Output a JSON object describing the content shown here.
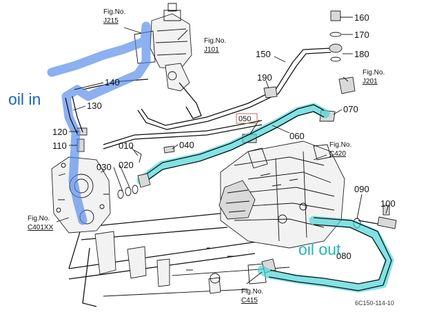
{
  "colors": {
    "oil_in_highlight": "#4f86e8",
    "oil_in_text": "#1d64c8",
    "oil_out_highlight": "#3fd3d6",
    "oil_out_text": "#25b6b6",
    "boxed_part": "#d06060"
  },
  "callouts": {
    "oil_in": "oil in",
    "oil_out": "oil out"
  },
  "figure_refs": [
    {
      "line1": "Fig.No.",
      "line2": "J215"
    },
    {
      "line1": "Fig.No.",
      "line2": "J101"
    },
    {
      "line1": "Fig.No.",
      "line2": "J201"
    },
    {
      "line1": "Fig.No.",
      "line2": "C420"
    },
    {
      "line1": "Fig.No.",
      "line2": "C401XX"
    },
    {
      "line1": "Fig.No.",
      "line2": "C415"
    }
  ],
  "parts": [
    "160",
    "170",
    "180",
    "150",
    "190",
    "140",
    "130",
    "120",
    "110",
    "050",
    "060",
    "070",
    "010",
    "040",
    "030",
    "020",
    "090",
    "100",
    "080"
  ],
  "diagram_code": "6C150-114-10"
}
